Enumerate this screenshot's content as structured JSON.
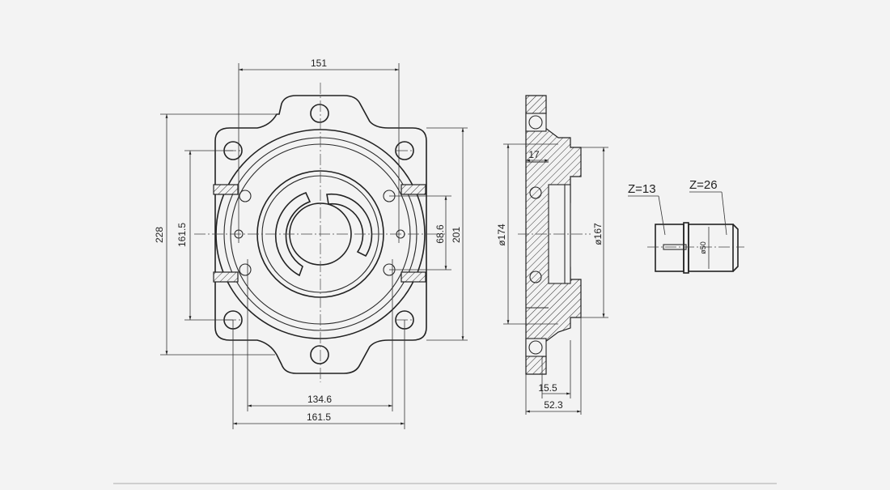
{
  "front_view": {
    "dims": {
      "top_width": "151",
      "height_outer": "228",
      "height_inner": "161.5",
      "center_dist": "68.6",
      "height_right": "201",
      "bottom_inner": "134.6",
      "bottom_outer": "161.5"
    }
  },
  "side_view": {
    "dims": {
      "dia_left": "ø174",
      "dia_right": "ø167",
      "step": "17",
      "flange_thk": "15.5",
      "total_len": "52.3"
    }
  },
  "shaft": {
    "z_left": "Z=13",
    "z_right": "Z=26",
    "small_dia": "ø50"
  }
}
